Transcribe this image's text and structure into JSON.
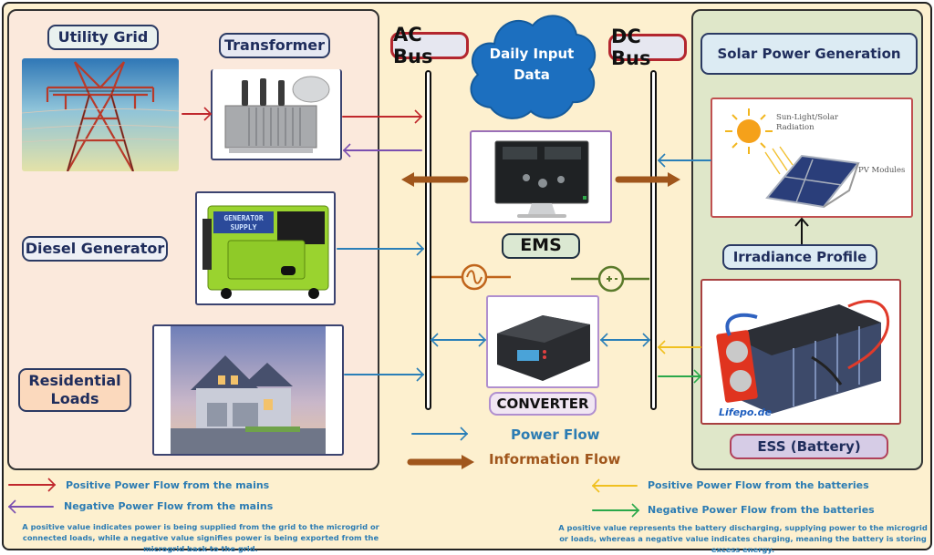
{
  "left_panel": {
    "utility_grid": "Utility Grid",
    "transformer": "Transformer",
    "diesel_generator": "Diesel Generator",
    "residential_loads_line1": "Residential",
    "residential_loads_line2": "Loads",
    "generator_brand_line1": "GENERATOR",
    "generator_brand_line2": "SUPPLY"
  },
  "center": {
    "ac_bus": "AC Bus",
    "dc_bus": "DC Bus",
    "cloud_line1": "Daily Input",
    "cloud_line2": "Data",
    "ems": "EMS",
    "converter": "CONVERTER",
    "power_flow": "Power Flow",
    "information_flow": "Information Flow"
  },
  "right_panel": {
    "solar_power_generation": "Solar Power Generation",
    "sunlight_line1": "Sun-Light/Solar",
    "sunlight_line2": "Radiation",
    "pv_modules": "PV Modules",
    "irradiance_profile": "Irradiance Profile",
    "battery_brand": "Lifepo.de",
    "ess_battery": "ESS (Battery)"
  },
  "legend": {
    "mains_positive": "Positive Power Flow from the mains",
    "mains_negative": "Negative Power Flow from the mains",
    "mains_note": "A positive value indicates power is being supplied from the grid to the microgrid or connected loads, while a negative value signifies power is being exported from the microgrid back to the grid.",
    "battery_positive": "Positive Power Flow from the batteries",
    "battery_negative": "Negative Power Flow from the batteries",
    "battery_note": "A positive value represents the battery discharging, supplying power to the microgrid or loads, whereas a negative value indicates charging, meaning the battery is storing excess energy."
  },
  "colors": {
    "mains_positive": "#c0282d",
    "mains_negative": "#7a4fb0",
    "power_flow": "#2a7fb8",
    "information_flow": "#a0561c",
    "battery_positive": "#f0c020",
    "battery_negative": "#2aa84a",
    "ac_source": "#c0651c",
    "dc_source": "#5a7a2a"
  }
}
